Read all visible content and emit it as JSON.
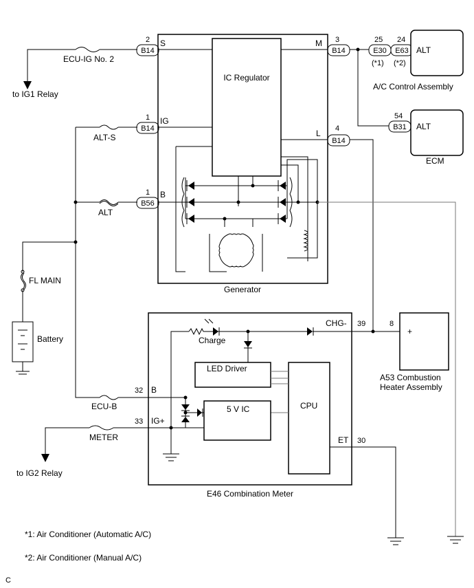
{
  "fuses": {
    "ecu_ig2": "ECU-IG No. 2",
    "alt_s": "ALT-S",
    "alt": "ALT",
    "fl_main": "FL MAIN",
    "ecu_b": "ECU-B",
    "meter": "METER"
  },
  "relays": {
    "ig1": "to IG1 Relay",
    "ig2": "to IG2 Relay"
  },
  "battery": "Battery",
  "generator": {
    "title": "Generator",
    "regulator": "IC Regulator",
    "terminals": {
      "s": "S",
      "ig": "IG",
      "b": "B",
      "m": "M",
      "l": "L"
    }
  },
  "connectors": {
    "s": {
      "pin": "2",
      "code": "B14"
    },
    "ig": {
      "pin": "1",
      "code": "B14"
    },
    "b": {
      "pin": "1",
      "code": "B56"
    },
    "m": {
      "pin": "3",
      "code": "B14"
    },
    "l": {
      "pin": "4",
      "code": "B14"
    },
    "e30": {
      "pin": "25",
      "code": "E30",
      "note": "(*1)"
    },
    "e63": {
      "pin": "24",
      "code": "E63",
      "note": "(*2)"
    },
    "b31": {
      "pin": "54",
      "code": "B31"
    }
  },
  "ac_control": {
    "terminal": "ALT",
    "title": "A/C Control Assembly"
  },
  "ecm": {
    "terminal": "ALT",
    "title": "ECM"
  },
  "meter_box": {
    "title": "E46 Combination Meter",
    "charge": "Charge",
    "led_driver": "LED Driver",
    "five_v_ic": "5 V IC",
    "cpu": "CPU",
    "chg_label": "CHG-",
    "chg_pin": "39",
    "b_label": "B",
    "b_pin": "32",
    "ig_label": "IG+",
    "ig_pin": "33",
    "et_label": "ET",
    "et_pin": "30"
  },
  "heater": {
    "pin": "8",
    "symbol": "+",
    "title_line1": "A53 Combustion",
    "title_line2": "Heater Assembly"
  },
  "notes": {
    "n1": "*1: Air Conditioner (Automatic A/C)",
    "n2": "*2: Air Conditioner (Manual A/C)"
  },
  "corner_mark": "C"
}
